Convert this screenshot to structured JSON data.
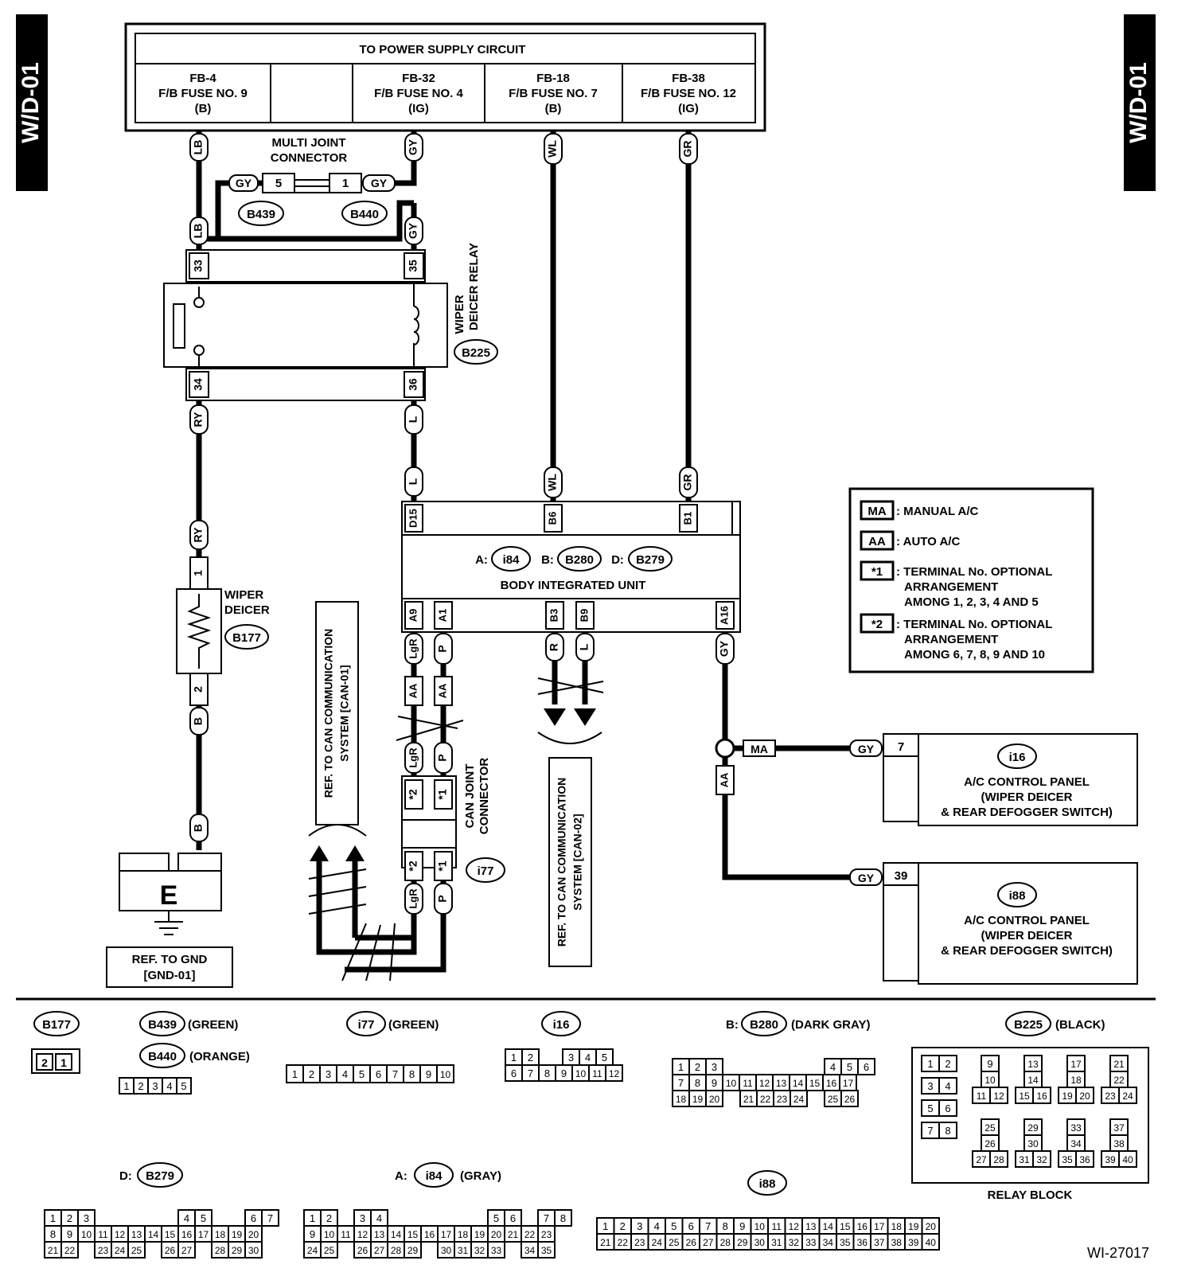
{
  "side_tabs": {
    "left": "W/D-01",
    "right": "W/D-01"
  },
  "power_supply": {
    "title": "TO POWER SUPPLY CIRCUIT",
    "fuses": [
      {
        "id": "FB-4",
        "name": "F/B FUSE NO. 9",
        "type": "(B)"
      },
      {
        "id": "FB-32",
        "name": "F/B FUSE NO. 4",
        "type": "(IG)"
      },
      {
        "id": "FB-18",
        "name": "F/B FUSE NO. 7",
        "type": "(B)"
      },
      {
        "id": "FB-38",
        "name": "F/B FUSE NO. 12",
        "type": "(IG)"
      }
    ]
  },
  "multi_joint": {
    "label1": "MULTI JOINT",
    "label2": "CONNECTOR",
    "pin_left": "5",
    "pin_right": "1",
    "conn_left": "B439",
    "conn_right": "B440"
  },
  "wire_colors": {
    "LB": "LB",
    "GY": "GY",
    "WL": "WL",
    "GR": "GR",
    "RY": "RY",
    "L": "L",
    "B": "B",
    "LgR": "LgR",
    "P": "P",
    "R": "R"
  },
  "relay": {
    "name1": "WIPER",
    "name2": "DEICER RELAY",
    "connector": "B225",
    "pins": {
      "p33": "33",
      "p35": "35",
      "p34": "34",
      "p36": "36"
    }
  },
  "deicer": {
    "name1": "WIPER",
    "name2": "DEICER",
    "connector": "B177",
    "pin1": "1",
    "pin2": "2"
  },
  "ground": {
    "symbol": "E",
    "ref1": "REF. TO GND",
    "ref2": "[GND-01]"
  },
  "biu": {
    "name": "BODY INTEGRATED UNIT",
    "conn_a_prefix": "A:",
    "conn_a": "i84",
    "conn_b_prefix": "B:",
    "conn_b": "B280",
    "conn_d_prefix": "D:",
    "conn_d": "B279",
    "top_pins": {
      "d15": "D15",
      "b6": "B6",
      "b1": "B1"
    },
    "bottom_pins": {
      "a9": "A9",
      "a1": "A1",
      "b3": "B3",
      "b9": "B9",
      "a16": "A16"
    }
  },
  "can_joint": {
    "name1": "CAN JOINT",
    "name2": "CONNECTOR",
    "connector": "i77",
    "star2": "*2",
    "star1": "*1"
  },
  "can_ref1": {
    "line1": "REF. TO CAN COMMUNICATION",
    "line2": "SYSTEM [CAN-01]"
  },
  "can_ref2": {
    "line1": "REF. TO CAN COMMUNICATION",
    "line2": "SYSTEM [CAN-02]"
  },
  "variants": {
    "ma": "MA",
    "aa": "AA"
  },
  "legend": [
    {
      "tag": "MA",
      "lines": [
        ": MANUAL A/C"
      ]
    },
    {
      "tag": "AA",
      "lines": [
        ": AUTO A/C"
      ]
    },
    {
      "tag": "*1",
      "lines": [
        ": TERMINAL No. OPTIONAL",
        "ARRANGEMENT",
        "AMONG 1, 2, 3, 4 AND 5"
      ]
    },
    {
      "tag": "*2",
      "lines": [
        ": TERMINAL No. OPTIONAL",
        "ARRANGEMENT",
        "AMONG 6, 7, 8, 9 AND 10"
      ]
    }
  ],
  "ac_panels": [
    {
      "connector": "i16",
      "pin": "7",
      "wire": "GY",
      "line1": "A/C CONTROL PANEL",
      "line2": "(WIPER DEICER",
      "line3": "& REAR DEFOGGER SWITCH)"
    },
    {
      "connector": "i88",
      "pin": "39",
      "wire": "GY",
      "line1": "A/C CONTROL PANEL",
      "line2": "(WIPER DEICER",
      "line3": "& REAR DEFOGGER SWITCH)"
    }
  ],
  "connector_views": {
    "b177": {
      "name": "B177",
      "pins": [
        "2",
        "1"
      ]
    },
    "b439": {
      "name": "B439",
      "color": "(GREEN)"
    },
    "b440": {
      "name": "B440",
      "color": "(ORANGE)",
      "pins": [
        "1",
        "2",
        "3",
        "4",
        "5"
      ]
    },
    "i77": {
      "name": "i77",
      "color": "(GREEN)",
      "pins": [
        "1",
        "2",
        "3",
        "4",
        "5",
        "6",
        "7",
        "8",
        "9",
        "10"
      ]
    },
    "i16": {
      "name": "i16",
      "row1": [
        "1",
        "2",
        "3",
        "4",
        "5"
      ],
      "row2": [
        "6",
        "7",
        "8",
        "9",
        "10",
        "11",
        "12"
      ]
    },
    "b280": {
      "prefix": "B:",
      "name": "B280",
      "color": "(DARK GRAY)",
      "row1": [
        "1",
        "2",
        "3",
        "4",
        "5",
        "6"
      ],
      "row2": [
        "7",
        "8",
        "9",
        "10",
        "11",
        "12",
        "13",
        "14",
        "15",
        "16",
        "17"
      ],
      "row3": [
        "18",
        "19",
        "20",
        "21",
        "22",
        "23",
        "24",
        "25",
        "26"
      ]
    },
    "b225": {
      "name": "B225",
      "color": "(BLACK)",
      "caption": "RELAY BLOCK",
      "pins": [
        "1",
        "2",
        "3",
        "4",
        "5",
        "6",
        "7",
        "8",
        "9",
        "10",
        "11",
        "12",
        "13",
        "14",
        "15",
        "16",
        "17",
        "18",
        "19",
        "20",
        "21",
        "22",
        "23",
        "24",
        "25",
        "26",
        "27",
        "28",
        "29",
        "30",
        "31",
        "32",
        "33",
        "34",
        "35",
        "36",
        "37",
        "38",
        "39",
        "40"
      ]
    },
    "b279": {
      "prefix": "D:",
      "name": "B279",
      "row1": [
        "1",
        "2",
        "3",
        "4",
        "5",
        "6",
        "7"
      ],
      "row2": [
        "8",
        "9",
        "10",
        "11",
        "12",
        "13",
        "14",
        "15",
        "16",
        "17",
        "18",
        "19",
        "20"
      ],
      "row3": [
        "21",
        "22",
        "23",
        "24",
        "25",
        "26",
        "27",
        "28",
        "29",
        "30"
      ]
    },
    "i84": {
      "prefix": "A:",
      "name": "i84",
      "color": "(GRAY)",
      "row1": [
        "1",
        "2",
        "3",
        "4",
        "5",
        "6",
        "7",
        "8"
      ],
      "row2": [
        "9",
        "10",
        "11",
        "12",
        "13",
        "14",
        "15",
        "16",
        "17",
        "18",
        "19",
        "20",
        "21",
        "22",
        "23"
      ],
      "row3": [
        "24",
        "25",
        "26",
        "27",
        "28",
        "29",
        "30",
        "31",
        "32",
        "33",
        "34",
        "35"
      ]
    },
    "i88": {
      "name": "i88",
      "row1": [
        "1",
        "2",
        "3",
        "4",
        "5",
        "6",
        "7",
        "8",
        "9",
        "10",
        "11",
        "12",
        "13",
        "14",
        "15",
        "16",
        "17",
        "18",
        "19",
        "20"
      ],
      "row2": [
        "21",
        "22",
        "23",
        "24",
        "25",
        "26",
        "27",
        "28",
        "29",
        "30",
        "31",
        "32",
        "33",
        "34",
        "35",
        "36",
        "37",
        "38",
        "39",
        "40"
      ]
    }
  },
  "diagram_id": "WI-27017"
}
